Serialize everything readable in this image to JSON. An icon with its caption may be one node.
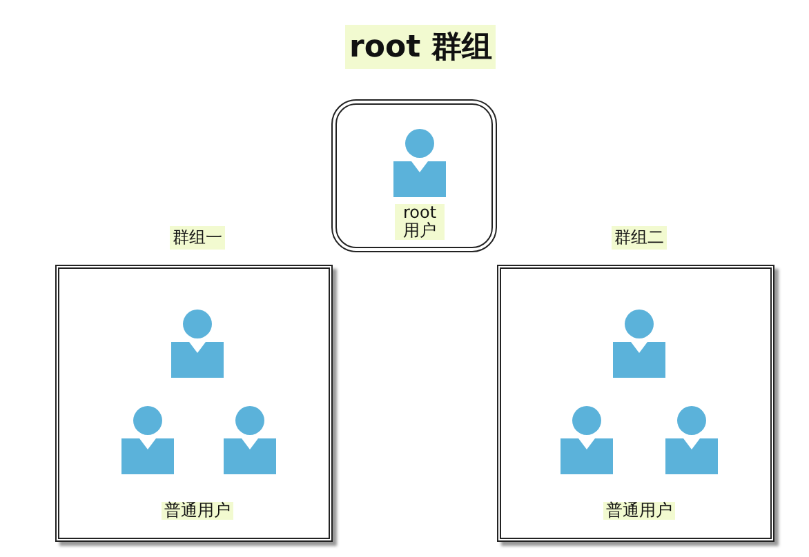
{
  "diagram": {
    "title": "root 群组",
    "nodes": [
      {
        "text": [
          "root 用户"
        ]
      },
      {
        "text": [
          "群组一",
          "普通用户"
        ]
      },
      {
        "text": [
          "群组二",
          "普通用户"
        ]
      }
    ]
  }
}
